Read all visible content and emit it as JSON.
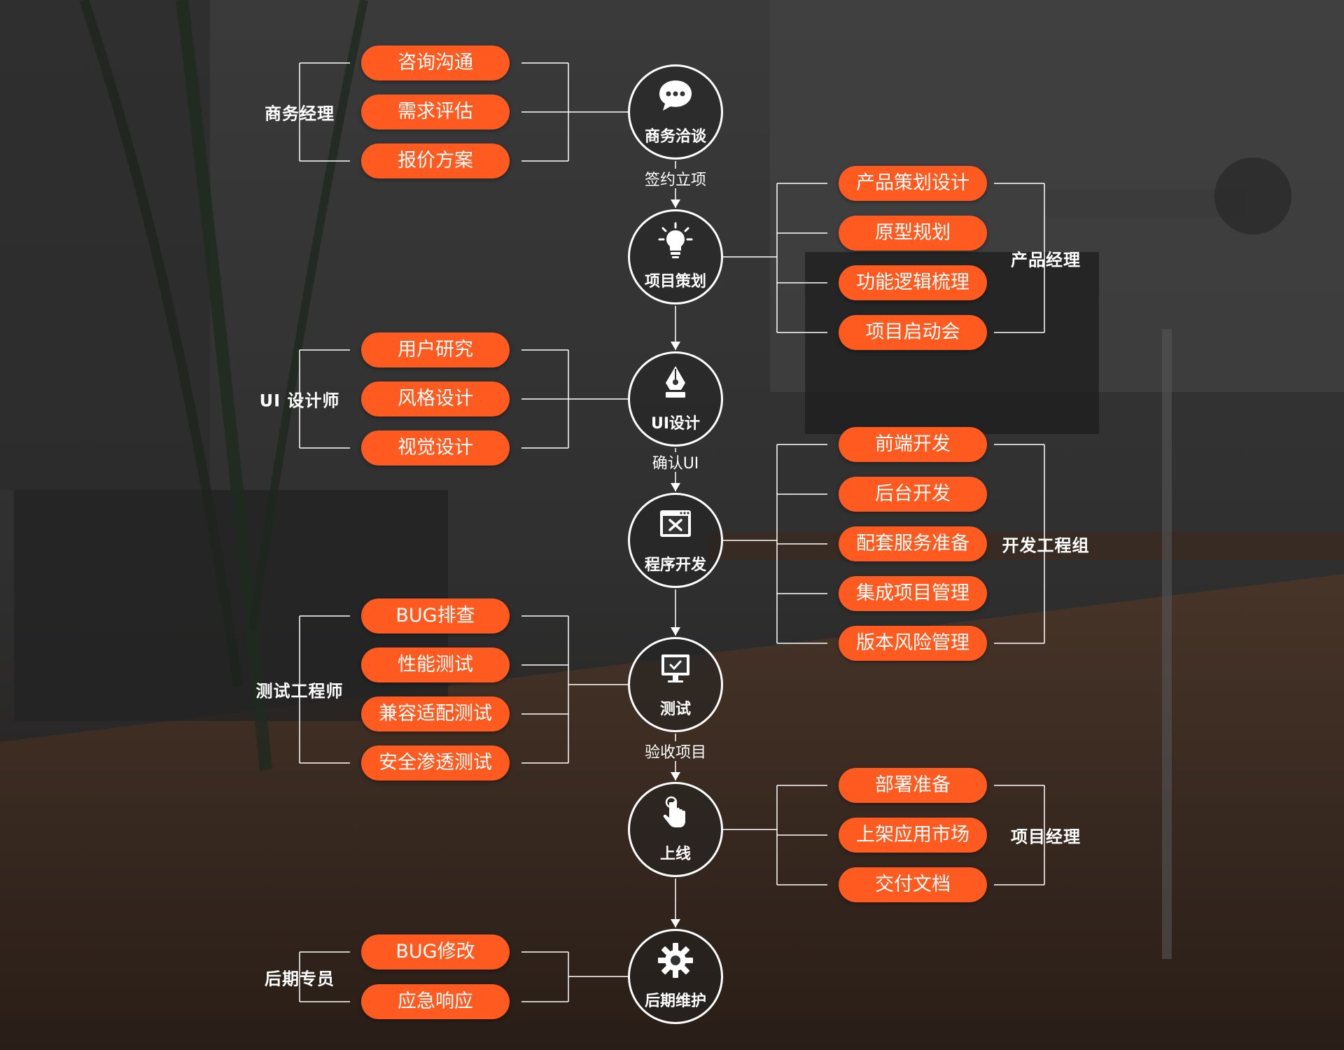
{
  "colors": {
    "accent": "#ff5a1f",
    "line": "#ffffff"
  },
  "stages": [
    {
      "label": "商务洽谈",
      "icon": "chat-bubble-icon"
    },
    {
      "label": "项目策划",
      "icon": "lightbulb-icon"
    },
    {
      "label": "UI设计",
      "icon": "pen-nib-icon"
    },
    {
      "label": "程序开发",
      "icon": "code-window-icon"
    },
    {
      "label": "测试",
      "icon": "monitor-check-icon"
    },
    {
      "label": "上线",
      "icon": "pointer-hand-icon"
    },
    {
      "label": "后期维护",
      "icon": "gear-icon"
    }
  ],
  "transitions": [
    "签约立项",
    "",
    "确认UI",
    "",
    "验收项目",
    ""
  ],
  "groups": [
    {
      "role": "商务经理",
      "side": "left",
      "stage": 0,
      "tasks": [
        "咨询沟通",
        "需求评估",
        "报价方案"
      ]
    },
    {
      "role": "产品经理",
      "side": "right",
      "stage": 1,
      "tasks": [
        "产品策划设计",
        "原型规划",
        "功能逻辑梳理",
        "项目启动会"
      ]
    },
    {
      "role": "UI 设计师",
      "side": "left",
      "stage": 2,
      "tasks": [
        "用户研究",
        "风格设计",
        "视觉设计"
      ]
    },
    {
      "role": "开发工程组",
      "side": "right",
      "stage": 3,
      "tasks": [
        "前端开发",
        "后台开发",
        "配套服务准备",
        "集成项目管理",
        "版本风险管理"
      ]
    },
    {
      "role": "测试工程师",
      "side": "left",
      "stage": 4,
      "tasks": [
        "BUG排查",
        "性能测试",
        "兼容适配测试",
        "安全渗透测试"
      ]
    },
    {
      "role": "项目经理",
      "side": "right",
      "stage": 5,
      "tasks": [
        "部署准备",
        "上架应用市场",
        "交付文档"
      ]
    },
    {
      "role": "后期专员",
      "side": "left",
      "stage": 6,
      "tasks": [
        "BUG修改",
        "应急响应"
      ]
    }
  ]
}
